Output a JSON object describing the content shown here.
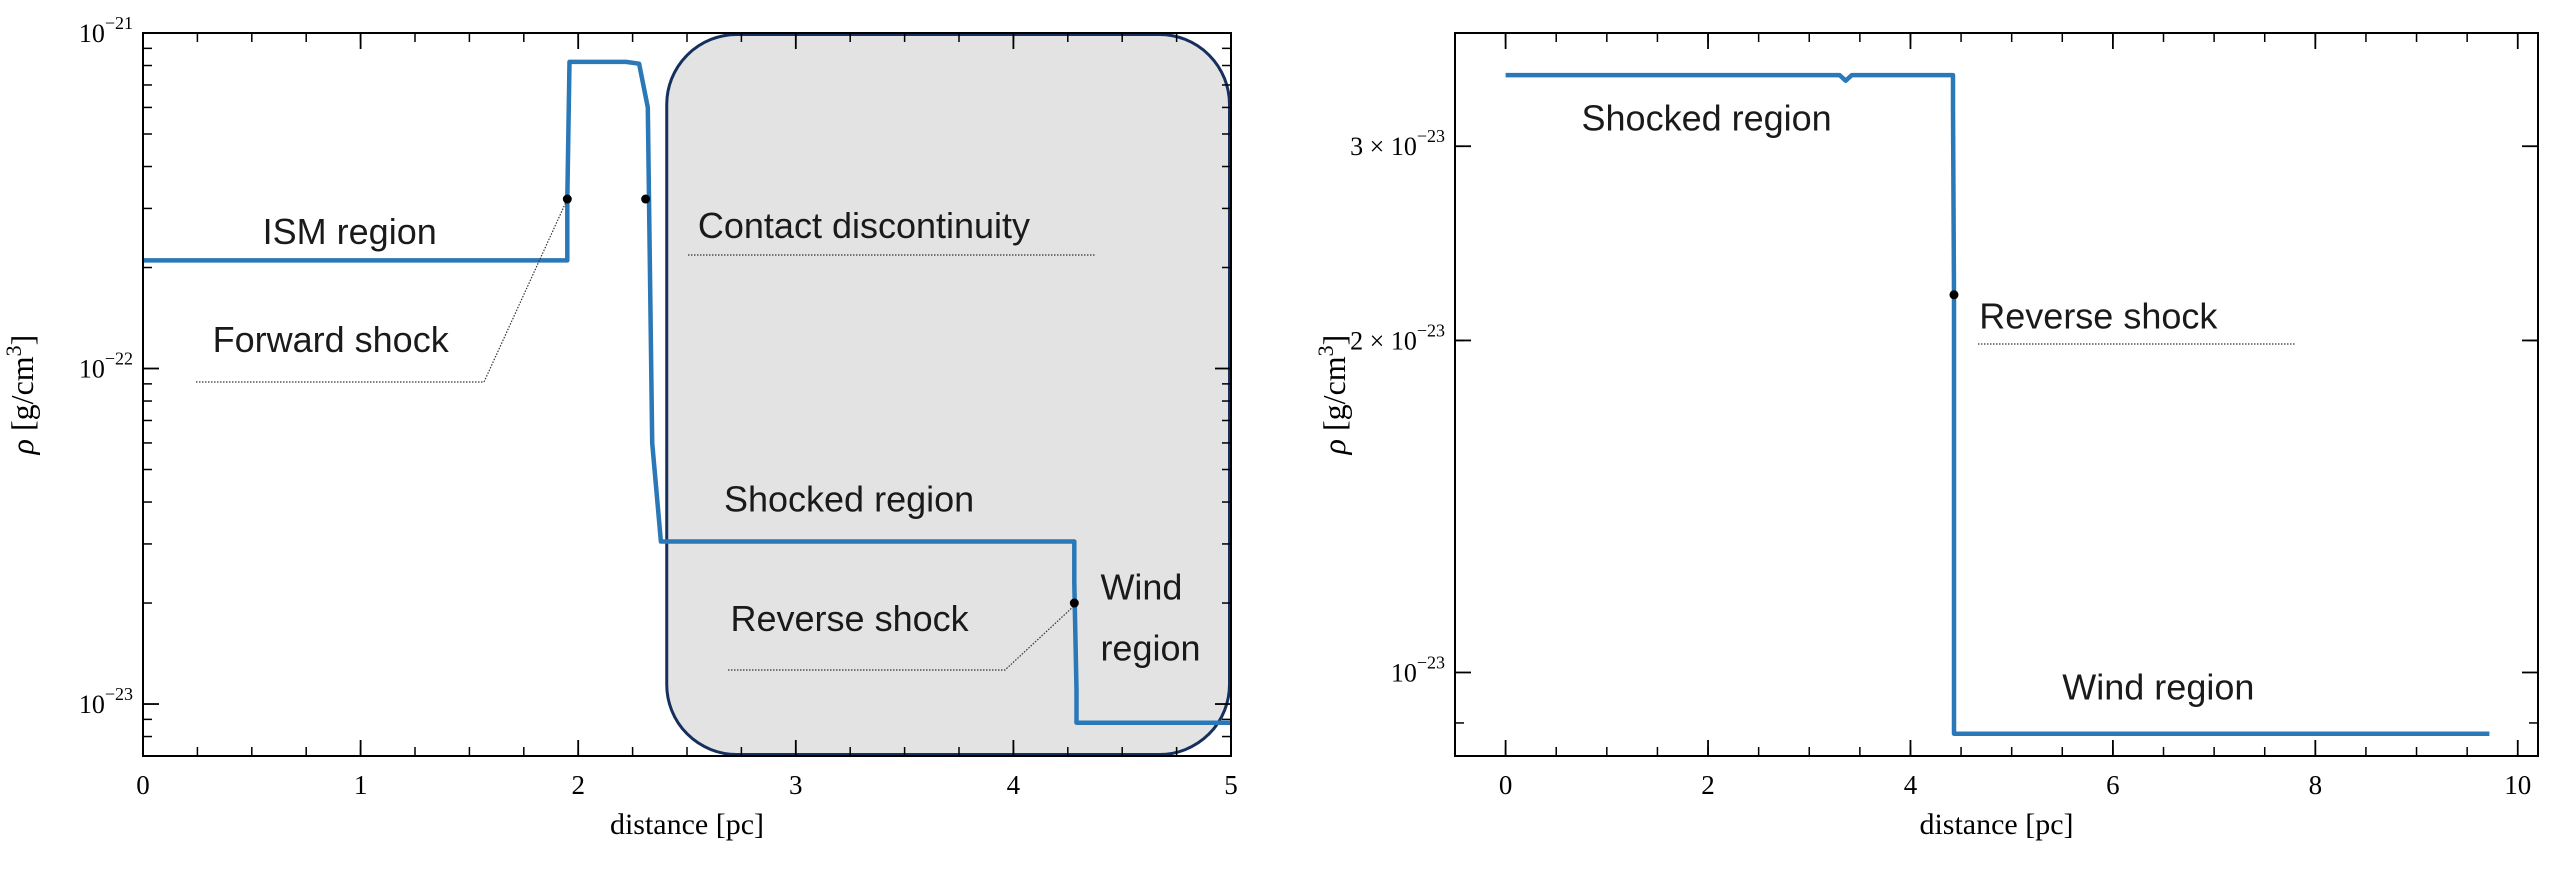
{
  "chart_data": [
    {
      "type": "line",
      "xlabel": "distance [pc]",
      "ylabel_prefix": "ρ",
      "ylabel_unit": "[g/cm",
      "ylabel_exp": "3",
      "ylabel_close": "]",
      "xlim": [
        0,
        5
      ],
      "ylim": [
        7e-24,
        1e-21
      ],
      "yscale": "log",
      "x_ticks": [
        0,
        1,
        2,
        3,
        4,
        5
      ],
      "x_tick_labels": [
        "0",
        "1",
        "2",
        "3",
        "4",
        "5"
      ],
      "y_major": [
        {
          "value": 1e-23,
          "base": "10",
          "exp": "−23"
        },
        {
          "value": 1e-22,
          "base": "10",
          "exp": "−22"
        },
        {
          "value": 1e-21,
          "base": "10",
          "exp": "−21"
        }
      ],
      "series": [
        {
          "color": "#2a78b7",
          "x": [
            0,
            1.95,
            1.95,
            1.96,
            2.22,
            2.28,
            2.32,
            2.34,
            2.38,
            4.28,
            4.28,
            4.29,
            4.29,
            5.0
          ],
          "y": [
            2.1e-22,
            2.1e-22,
            3.2e-22,
            8.2e-22,
            8.2e-22,
            8.1e-22,
            6e-22,
            6e-23,
            3.05e-23,
            3.05e-23,
            2.3e-23,
            1.1e-23,
            8.8e-24,
            8.8e-24
          ]
        }
      ],
      "shaded_box": {
        "x_range": [
          2.4,
          5.0
        ],
        "y_range": [
          7e-24,
          1e-21
        ],
        "fill": "#e3e3e3",
        "edge": "#16305e"
      },
      "points": [
        {
          "x": 1.95,
          "y": 3.2e-22
        },
        {
          "x": 2.31,
          "y": 3.2e-22
        },
        {
          "x": 4.28,
          "y": 2e-23
        }
      ],
      "annotations": [
        {
          "text": "ISM region",
          "x": 0.55,
          "y": 2.35e-22
        },
        {
          "text": "Forward shock",
          "x": 0.32,
          "y": 1.12e-22
        },
        {
          "text": "Contact discontinuity",
          "x": 2.55,
          "y": 2.45e-22
        },
        {
          "text": "Shocked region",
          "x": 2.67,
          "y": 3.75e-23
        },
        {
          "text": "Reverse shock",
          "x": 2.7,
          "y": 1.65e-23
        },
        {
          "text": "Wind",
          "x": 4.4,
          "y": 2.05e-23
        },
        {
          "text": "region",
          "x": 4.4,
          "y": 1.35e-23
        }
      ]
    },
    {
      "type": "line",
      "xlabel": "distance [pc]",
      "ylabel_prefix": "ρ",
      "ylabel_unit": "[g/cm",
      "ylabel_exp": "3",
      "ylabel_close": "]",
      "xlim": [
        -0.5,
        10.2
      ],
      "ylim": [
        8.4e-24,
        3.8e-23
      ],
      "yscale": "log",
      "x_ticks": [
        0,
        2,
        4,
        6,
        8,
        10
      ],
      "x_tick_labels": [
        "0",
        "2",
        "4",
        "6",
        "8",
        "10"
      ],
      "y_major": [
        {
          "value": 1e-23,
          "base": "10",
          "exp": "−23"
        },
        {
          "value": 2e-23,
          "base": "2 × 10",
          "exp": "−23"
        },
        {
          "value": 3e-23,
          "base": "3 × 10",
          "exp": "−23"
        }
      ],
      "series": [
        {
          "color": "#2a78b7",
          "x": [
            0,
            3.3,
            3.36,
            3.42,
            4.42,
            4.42,
            4.43,
            4.43,
            9.72
          ],
          "y": [
            3.48e-23,
            3.48e-23,
            3.44e-23,
            3.48e-23,
            3.48e-23,
            3.25e-23,
            2.2e-23,
            8.8e-24,
            8.8e-24
          ]
        }
      ],
      "points": [
        {
          "x": 4.43,
          "y": 2.2e-23
        }
      ],
      "annotations": [
        {
          "text": "Shocked region",
          "x": 0.75,
          "y": 3.1e-23
        },
        {
          "text": "Reverse shock",
          "x": 4.68,
          "y": 2.05e-23
        },
        {
          "text": "Wind region",
          "x": 5.5,
          "y": 9.45e-24
        }
      ]
    }
  ]
}
